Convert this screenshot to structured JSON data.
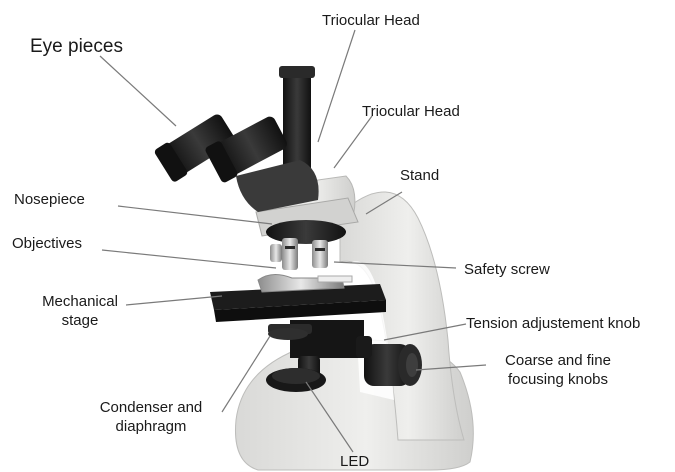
{
  "labels": {
    "eye_pieces": "Eye pieces",
    "triocular_head_top": "Triocular Head",
    "triocular_head": "Triocular Head",
    "stand": "Stand",
    "nosepiece": "Nosepiece",
    "objectives": "Objectives",
    "safety_screw": "Safety screw",
    "mechanical_stage": [
      "Mechanical",
      "stage"
    ],
    "tension_knob": "Tension adjustement knob",
    "focusing_knobs": [
      "Coarse and fine",
      "focusing knobs"
    ],
    "condenser": [
      "Condenser and",
      "diaphragm"
    ],
    "led": "LED"
  },
  "colors": {
    "leader_line": "#7a7a7a",
    "body_light": "#e4e4e2",
    "body_dark": "#1e1e1e"
  }
}
